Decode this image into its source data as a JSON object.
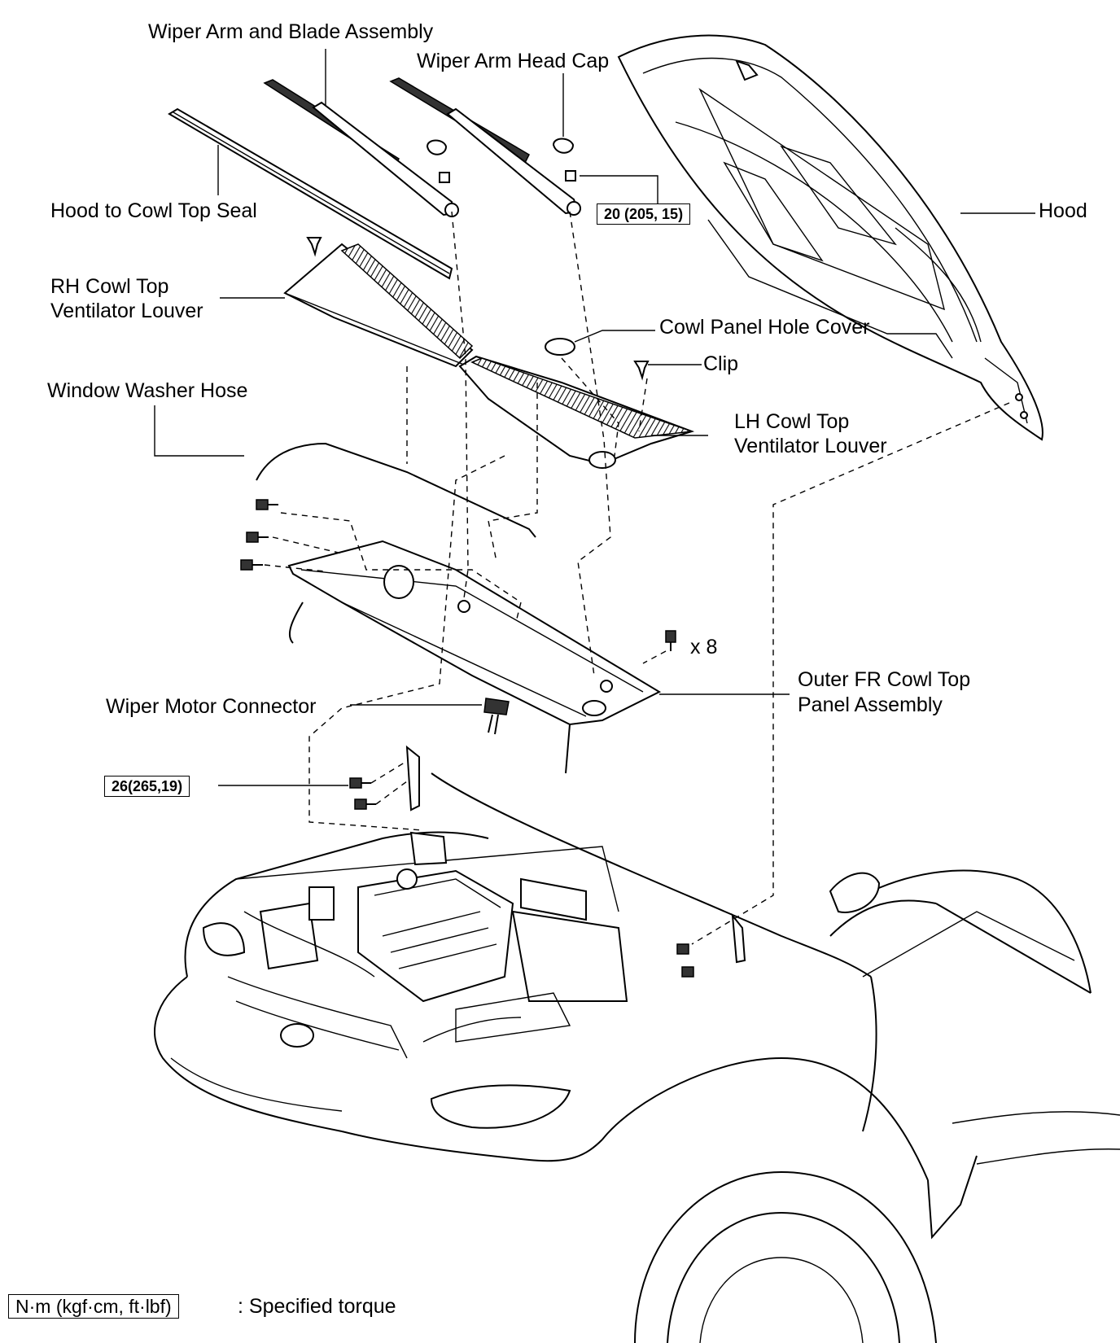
{
  "labels": {
    "wiper_arm_blade": "Wiper Arm and Blade Assembly",
    "wiper_arm_head_cap": "Wiper Arm Head Cap",
    "hood_cowl_seal": "Hood to Cowl Top Seal",
    "hood": "Hood",
    "rh_louver_1": "RH Cowl Top",
    "rh_louver_2": "Ventilator Louver",
    "cowl_hole_cover": "Cowl Panel Hole Cover",
    "clip": "Clip",
    "washer_hose": "Window Washer Hose",
    "lh_louver_1": "LH Cowl Top",
    "lh_louver_2": "Ventilator Louver",
    "bolt_count": "x 8",
    "outer_panel_1": "Outer FR Cowl Top",
    "outer_panel_2": "Panel Assembly",
    "wiper_connector": "Wiper Motor Connector"
  },
  "torque": {
    "wiper_nut": "20 (205, 15)",
    "hood_hinge": "26(265,19)"
  },
  "legend": {
    "unit_box": "N·m (kgf·cm, ft·lbf)",
    "meaning": ": Specified torque"
  }
}
